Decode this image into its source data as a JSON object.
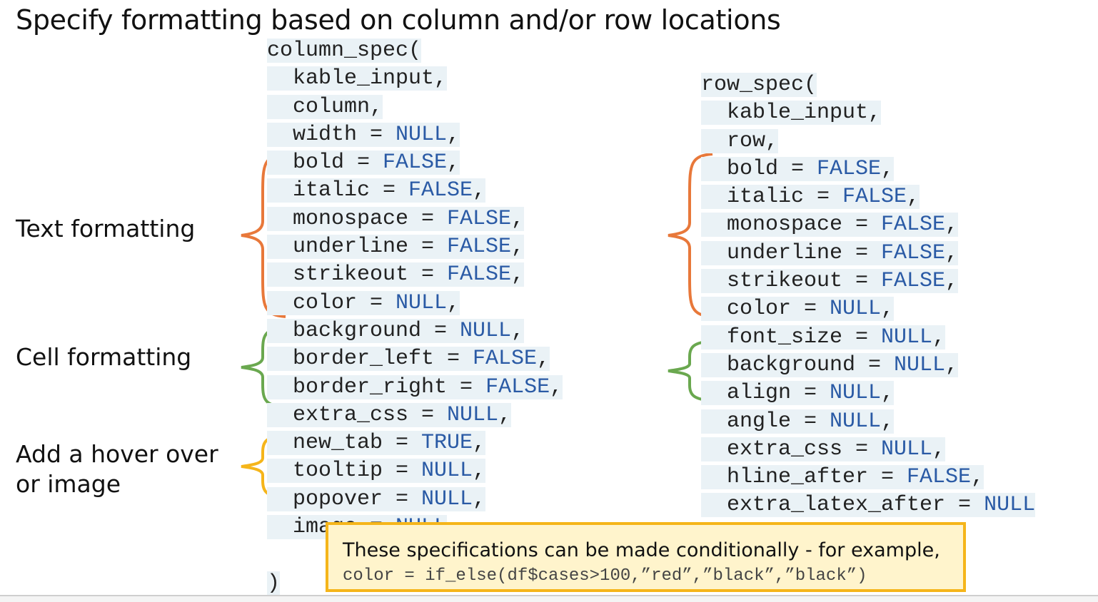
{
  "title": "Specify formatting based on column and/or row locations",
  "labels": {
    "text_formatting": "Text formatting",
    "cell_formatting": "Cell formatting",
    "hover_line1": "Add a hover over",
    "hover_line2": "or image"
  },
  "brace_colors": {
    "text": "#e8783a",
    "cell": "#6aa84f",
    "hover": "#f5b51a"
  },
  "column_spec": [
    {
      "indent": false,
      "key": "column_spec(",
      "val": ""
    },
    {
      "indent": true,
      "key": "kable_input,",
      "val": ""
    },
    {
      "indent": true,
      "key": "column,",
      "val": ""
    },
    {
      "indent": true,
      "key": "width = ",
      "val": "NULL",
      "tail": ","
    },
    {
      "indent": true,
      "key": "bold = ",
      "val": "FALSE",
      "tail": ","
    },
    {
      "indent": true,
      "key": "italic = ",
      "val": "FALSE",
      "tail": ","
    },
    {
      "indent": true,
      "key": "monospace = ",
      "val": "FALSE",
      "tail": ","
    },
    {
      "indent": true,
      "key": "underline = ",
      "val": "FALSE",
      "tail": ","
    },
    {
      "indent": true,
      "key": "strikeout = ",
      "val": "FALSE",
      "tail": ","
    },
    {
      "indent": true,
      "key": "color = ",
      "val": "NULL",
      "tail": ","
    },
    {
      "indent": true,
      "key": "background = ",
      "val": "NULL",
      "tail": ","
    },
    {
      "indent": true,
      "key": "border_left = ",
      "val": "FALSE",
      "tail": ","
    },
    {
      "indent": true,
      "key": "border_right = ",
      "val": "FALSE",
      "tail": ","
    },
    {
      "indent": true,
      "key": "extra_css = ",
      "val": "NULL",
      "tail": ","
    },
    {
      "indent": true,
      "key": "new_tab = ",
      "val": "TRUE",
      "tail": ","
    },
    {
      "indent": true,
      "key": "tooltip = ",
      "val": "NULL",
      "tail": ","
    },
    {
      "indent": true,
      "key": "popover = ",
      "val": "NULL",
      "tail": ","
    },
    {
      "indent": true,
      "key": "image = ",
      "val": "NULL",
      "tail": ""
    },
    {
      "indent": false,
      "key": "",
      "val": ""
    },
    {
      "indent": false,
      "key": ")",
      "val": ""
    }
  ],
  "row_spec": [
    {
      "indent": false,
      "key": "row_spec(",
      "val": ""
    },
    {
      "indent": true,
      "key": "kable_input,",
      "val": ""
    },
    {
      "indent": true,
      "key": "row,",
      "val": ""
    },
    {
      "indent": true,
      "key": "bold = ",
      "val": "FALSE",
      "tail": ","
    },
    {
      "indent": true,
      "key": "italic = ",
      "val": "FALSE",
      "tail": ","
    },
    {
      "indent": true,
      "key": "monospace = ",
      "val": "FALSE",
      "tail": ","
    },
    {
      "indent": true,
      "key": "underline = ",
      "val": "FALSE",
      "tail": ","
    },
    {
      "indent": true,
      "key": "strikeout = ",
      "val": "FALSE",
      "tail": ","
    },
    {
      "indent": true,
      "key": "color = ",
      "val": "NULL",
      "tail": ","
    },
    {
      "indent": true,
      "key": "font_size = ",
      "val": "NULL",
      "tail": ","
    },
    {
      "indent": true,
      "key": "background = ",
      "val": "NULL",
      "tail": ","
    },
    {
      "indent": true,
      "key": "align = ",
      "val": "NULL",
      "tail": ","
    },
    {
      "indent": true,
      "key": "angle = ",
      "val": "NULL",
      "tail": ","
    },
    {
      "indent": true,
      "key": "extra_css = ",
      "val": "NULL",
      "tail": ","
    },
    {
      "indent": true,
      "key": "hline_after = ",
      "val": "FALSE",
      "tail": ","
    },
    {
      "indent": true,
      "key": "extra_latex_after = ",
      "val": "NULL",
      "tail": ""
    }
  ],
  "callout": {
    "text": "These specifications can be made conditionally - for example,",
    "code": "color = if_else(df$cases>100,”red”,”black”,”black”)"
  }
}
